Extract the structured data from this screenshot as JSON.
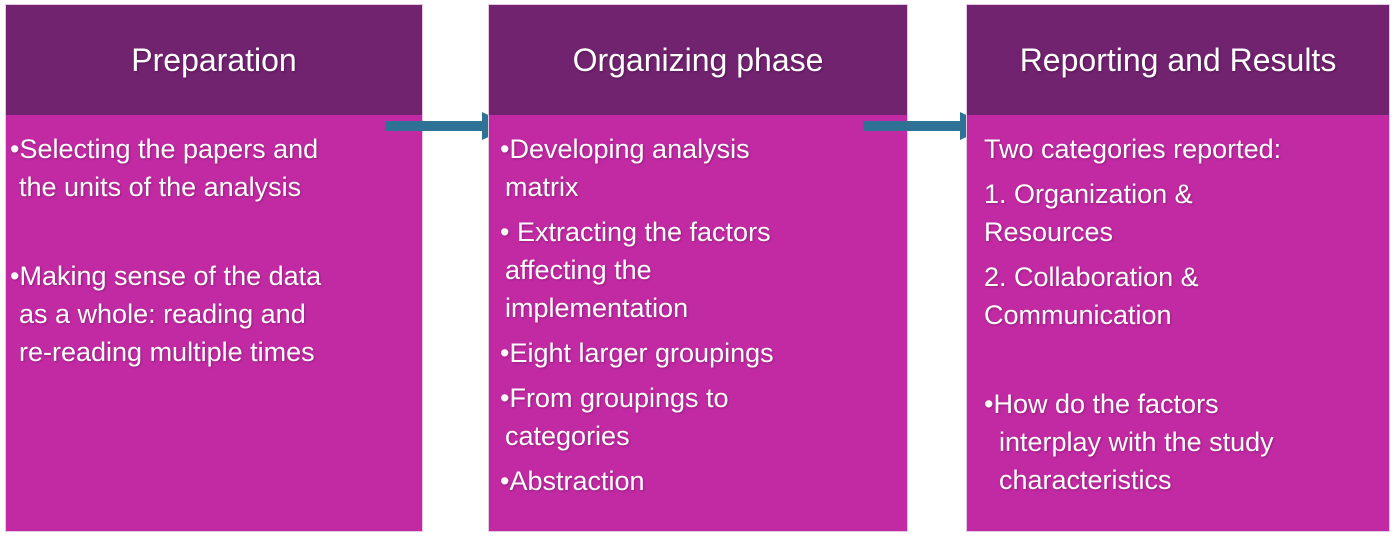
{
  "figure": {
    "colors": {
      "header_bg": "#722370",
      "body_bg": "#c22aa3",
      "arrow": "#2e7296",
      "text": "#ffffff",
      "canvas_bg": "#ffffff"
    },
    "arrows": [
      {
        "name": "right-arrow",
        "from": "Preparation",
        "to": "Organizing phase"
      },
      {
        "name": "right-arrow",
        "from": "Organizing phase",
        "to": "Reporting and Results"
      }
    ],
    "columns": [
      {
        "title": "Preparation",
        "items": [
          {
            "lines": [
              "•Selecting the papers and",
              "the units of the analysis"
            ]
          },
          {
            "lines": [
              "•Making sense of the data",
              "as a whole: reading and",
              "re-reading multiple times"
            ]
          }
        ]
      },
      {
        "title": "Organizing phase",
        "items": [
          {
            "lines": [
              "•Developing analysis",
              "matrix"
            ]
          },
          {
            "lines": [
              "• Extracting the factors",
              "affecting the",
              "implementation"
            ]
          },
          {
            "lines": [
              "•Eight larger groupings"
            ]
          },
          {
            "lines": [
              "•From groupings to",
              "categories"
            ]
          },
          {
            "lines": [
              "•Abstraction"
            ]
          }
        ]
      },
      {
        "title": "Reporting and Results",
        "items": [
          {
            "lines": [
              "Two categories reported:"
            ]
          },
          {
            "lines": [
              "1. Organization &",
              "Resources"
            ]
          },
          {
            "lines": [
              "2. Collaboration &",
              "Communication"
            ]
          },
          {
            "lines": [
              "•How do the factors",
              "interplay with the study",
              "characteristics"
            ]
          }
        ]
      }
    ]
  }
}
